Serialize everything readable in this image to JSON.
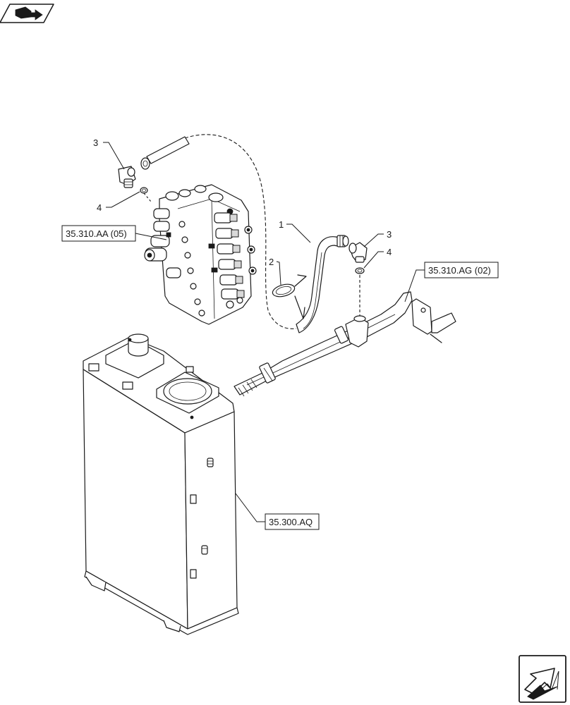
{
  "callouts": {
    "c1": "1",
    "c2": "2",
    "c3_left": "3",
    "c3_right": "3",
    "c4_left": "4",
    "c4_right": "4"
  },
  "references": {
    "control_valve": "35.310.AA (05)",
    "pipe_bracket": "35.310.AG (02)",
    "tank": "35.300.AQ"
  },
  "icons": {
    "top_left": "book-arrow-icon",
    "bottom_right": "next-page-arrow-icon"
  }
}
